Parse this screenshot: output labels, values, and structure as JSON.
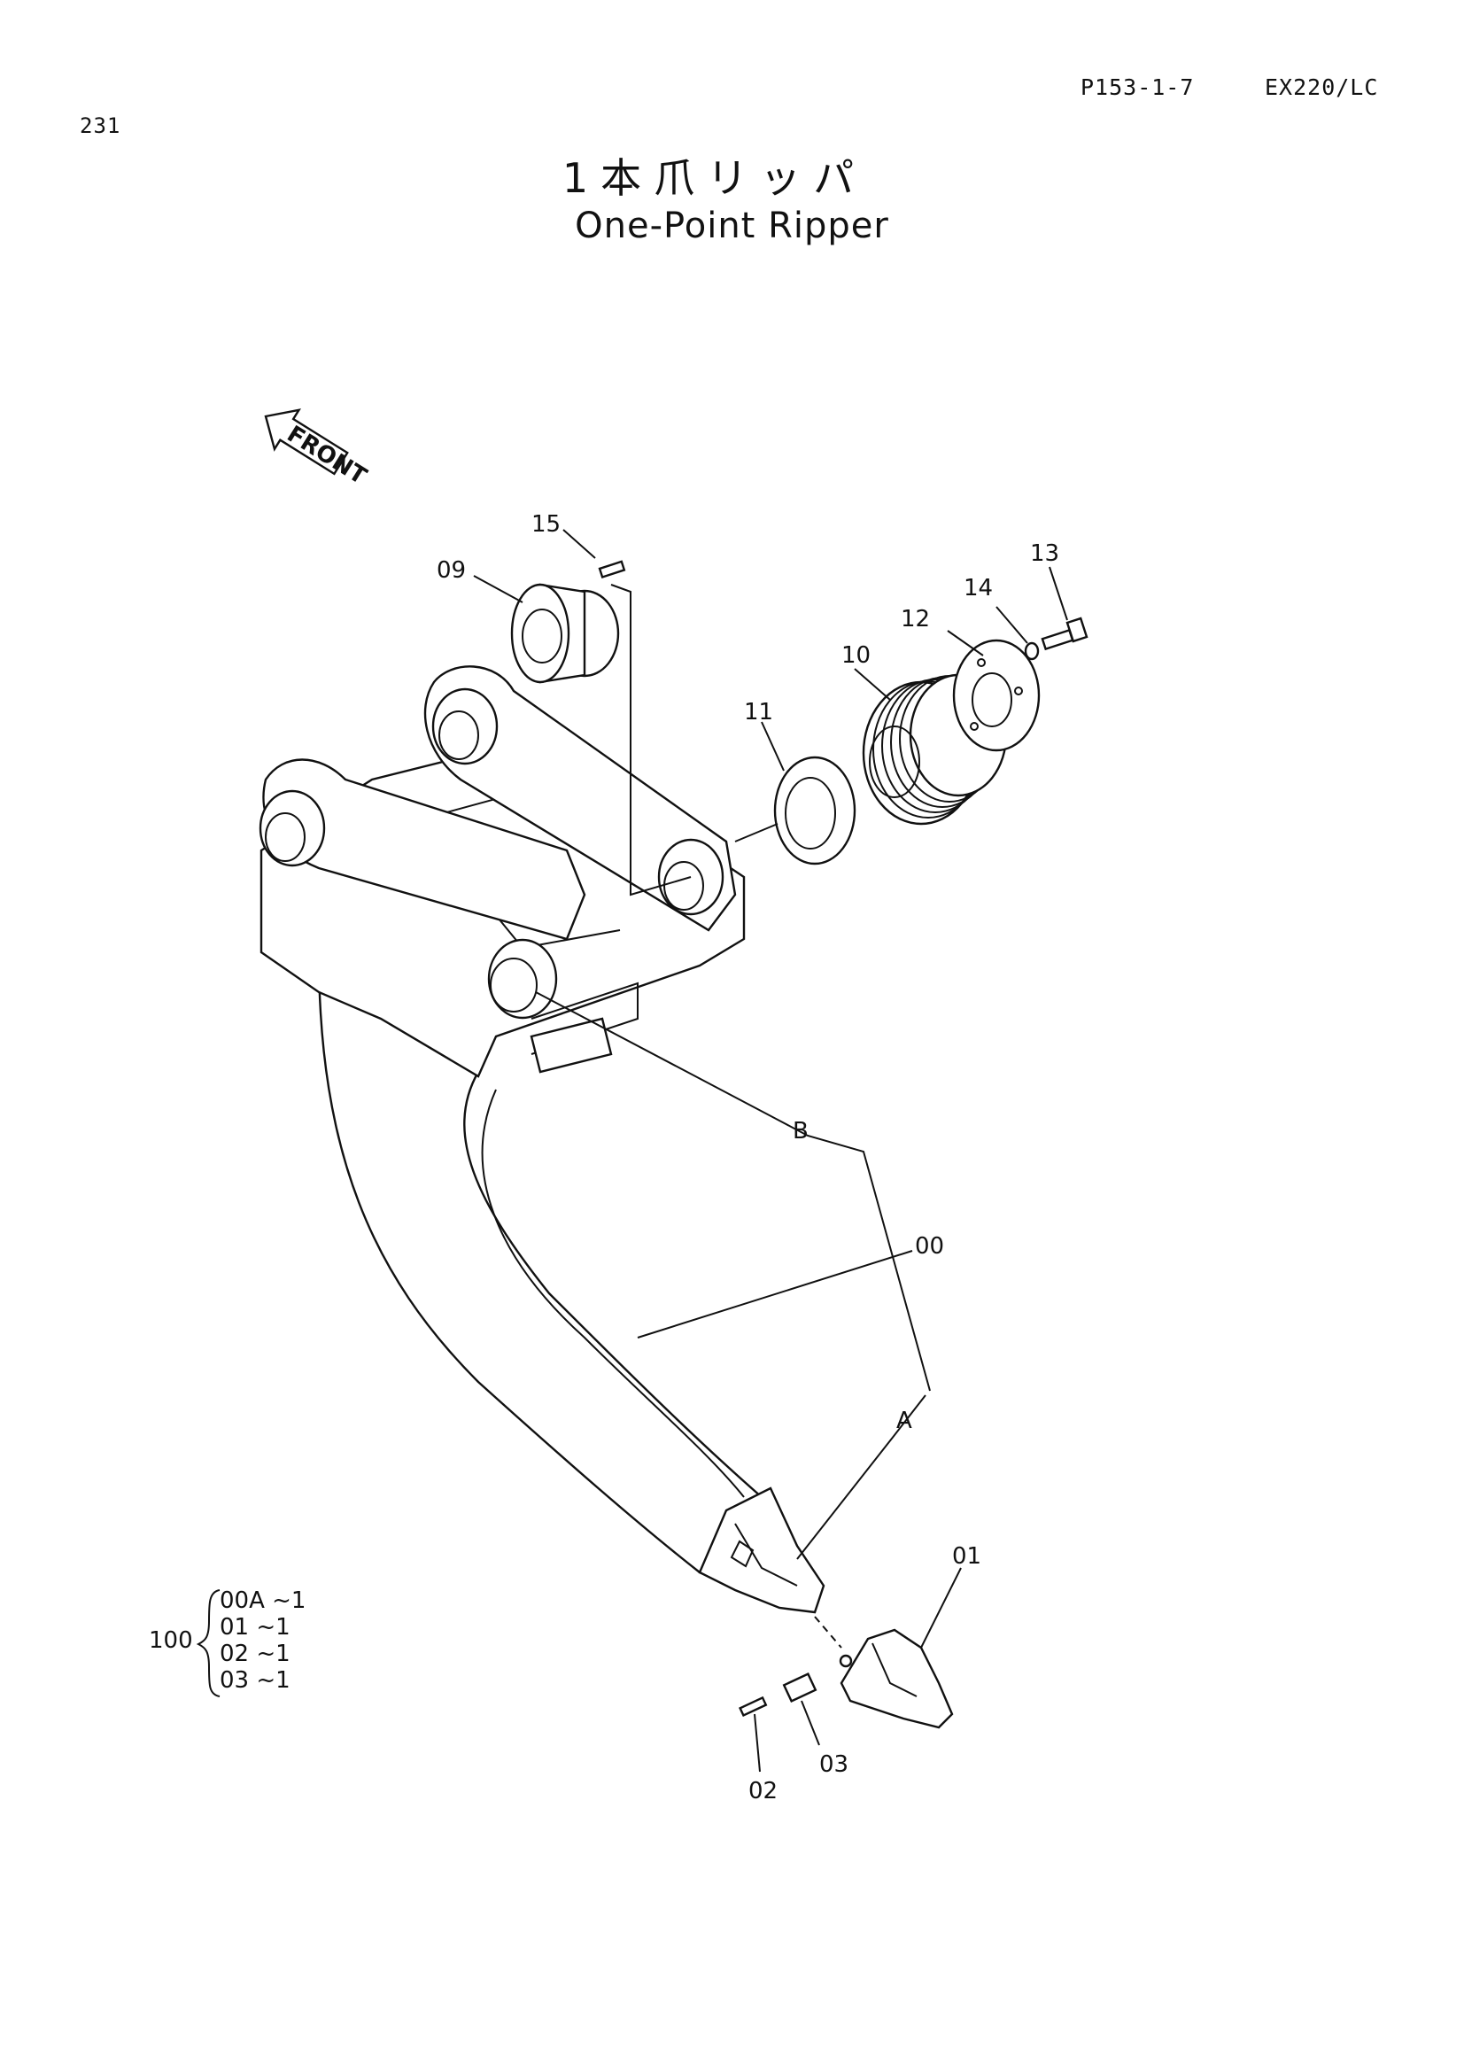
{
  "header": {
    "page_number": "231",
    "reference": "P153-1-7",
    "model": "EX220/LC"
  },
  "title": {
    "japanese": "1本爪リッパ",
    "english": "One-Point Ripper"
  },
  "front_marker": "FRONT",
  "callouts": {
    "c15": "15",
    "c09": "09",
    "c13": "13",
    "c14": "14",
    "c12": "12",
    "c10": "10",
    "c11": "11",
    "cB": "B",
    "c00": "00",
    "cA": "A",
    "c01": "01",
    "c02": "02",
    "c03": "03"
  },
  "kit": {
    "number": "100",
    "items": [
      "00A ~1",
      "01  ~1",
      "02  ~1",
      "03  ~1"
    ]
  }
}
